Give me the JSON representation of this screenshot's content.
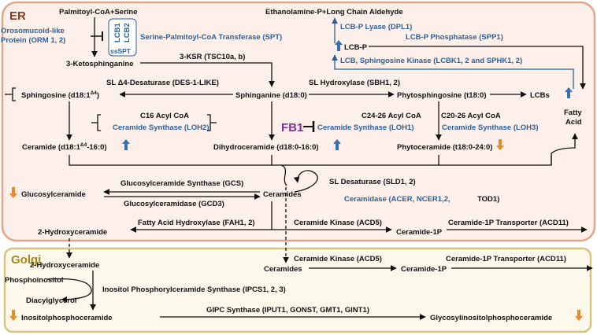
{
  "colors": {
    "er_border": "#e0a58a",
    "er_fill": "#fdf0ea",
    "er_label": "#8b3a1e",
    "golgi_border": "#d8c47a",
    "golgi_fill": "#fcf9ec",
    "golgi_label": "#a5891a",
    "blue_text": "#2d5f9b",
    "fb1": "#7b2e9c",
    "arrow_up": "#3a6fb0",
    "arrow_down": "#e88b2b"
  },
  "er": {
    "label": "ER",
    "palmitoyl": "Palmitoyl-CoA+Serine",
    "orm": [
      "Orosomucoid-like",
      "Protein (ORM 1, 2)"
    ],
    "lcb1": "LCB1",
    "lcb2": "LCB2",
    "ssspt": "ssSPT",
    "spt": "Serine-Palmitoyl-CoA Transferase (SPT)",
    "ketosphinganine": "3-Ketosphinganine",
    "ksr": "3-KSR (TSC10a, b)",
    "ethanolamine": "Ethanolamine-P+Long Chain Aldehyde",
    "lcbp_lyase": "LCB-P Lyase (DPL1)",
    "lcbp": "LCB-P",
    "lcbp_phosphatase": "LCB-P Phosphatase (SPP1)",
    "lcb_kinase": "LCB, Sphingosine Kinase (LCBK1, 2 and SPHK1, 2)",
    "des": "SL Δ4-Desaturase (DES-1-LIKE)",
    "sbh": "SL Hydroxylase (SBH1, 2)",
    "sphingosine": "Sphingosine (d18:1",
    "delta4": "Δ4",
    "close_paren": ")",
    "sphinganine": "Sphinganine (d18:0)",
    "phytosphingosine": "Phytosphingosine (t18:0)",
    "lcbs": "LCBs",
    "c16": "C16 Acyl CoA",
    "loh2": "Ceramide Synthase (LOH2)",
    "fb1": "FB1",
    "c2426": "C24-26 Acyl CoA",
    "loh1": "Ceramide Synthase (LOH1)",
    "c2026": "C20-26 Acyl CoA",
    "loh3": "Ceramide Synthase (LOH3)",
    "ceramide_pre": "Ceramide (d18:1",
    "ceramide_post": "-16:0)",
    "dihydroceramide": "Dihydroceramide (d18:0-16:0)",
    "phytoceramide": "Phytoceramide (t18:0-24:0)",
    "fatty": "Fatty",
    "acid": "Acid",
    "gcs": "Glucosylceramide Synthase (GCS)",
    "glucosylceramide": "Glucosylceramide",
    "ceramides": "Ceramides",
    "gcd3": "Glucosylceramidase (GCD3)",
    "sld": "SL Desaturase (SLD1, 2)",
    "ceramidase": "Ceramidase (ACER, NCER1,2,",
    "tod1": "TOD1)",
    "fah": "Fatty Acid Hydroxylase (FAH1, 2)",
    "hydroxyceramide": "2-Hydroxyceramide",
    "acd5": "Ceramide Kinase (ACD5)",
    "ceramide1p": "Ceramide-1P",
    "acd11": "Ceramide-1P Transporter (ACD11)"
  },
  "golgi": {
    "label": "Golgi",
    "hydroxyceramide": "2-Hydroxyceramide",
    "phosphoinositol": "Phosphoinositol",
    "diacylglycerol": "Diacylglycerol",
    "ipcs": "Inositol Phosphorylceramide Synthase (IPCS1, 2, 3)",
    "inositolphosphoceramide": "Inositolphosphoceramide",
    "gipc": "GIPC Synthase (IPUT1, GONST, GMT1, GINT1)",
    "glycosyl": "Glycosylinositolphosphoceramide",
    "ceramides": "Ceramides",
    "acd5": "Ceramide Kinase (ACD5)",
    "ceramide1p": "Ceramide-1P",
    "acd11": "Ceramide-1P Transporter (ACD11)"
  },
  "indicators": {
    "lcbp": "up",
    "lcbs": "up",
    "ceramide_d18_1": "up",
    "dihydroceramide": "up",
    "phytoceramide": "down",
    "glucosylceramide": "down",
    "inositolphosphoceramide": "down",
    "glycosylinositolphosphoceramide": "down"
  }
}
